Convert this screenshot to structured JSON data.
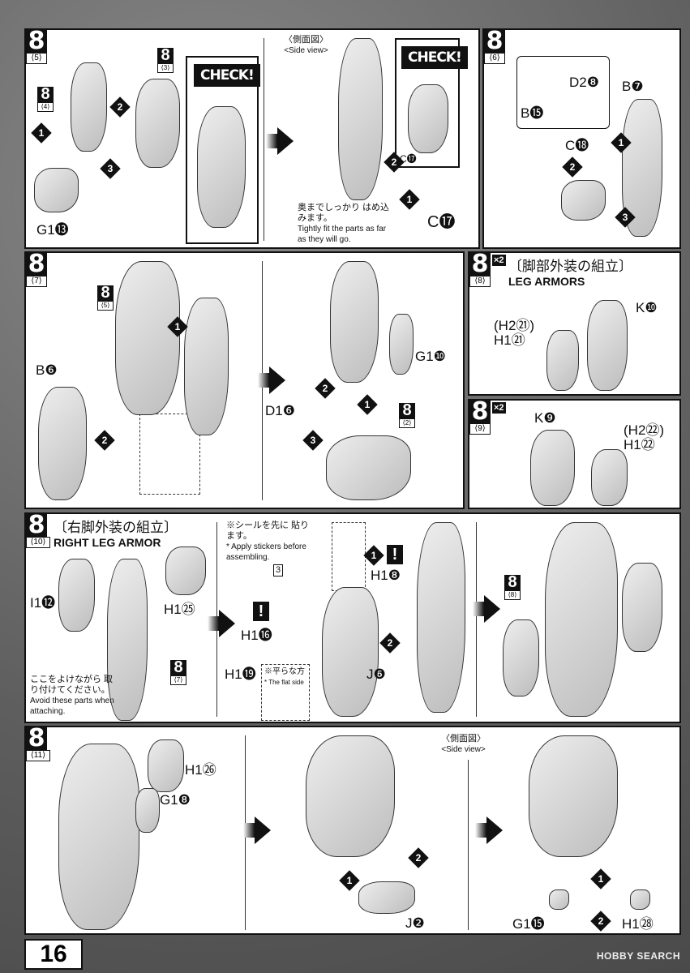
{
  "page": {
    "number": "16",
    "watermark": "HOBBY SEARCH"
  },
  "marks": [
    "1",
    "2",
    "3"
  ],
  "p5": {
    "step": "8",
    "sub": "⟨5⟩",
    "ref4": {
      "n": "8",
      "s": "⟨4⟩"
    },
    "ref3": {
      "n": "8",
      "s": "⟨3⟩"
    },
    "g1": "G1⓭",
    "check1": "CHECK!",
    "side_ja": "〈側面図〉",
    "side_en": "<Side view>",
    "check2": "CHECK!",
    "c17a": "C⓱",
    "note_ja": "奥までしっかり はめ込みます。",
    "note_en": "Tightly fit the parts as far as they will go.",
    "c17b": "C⓱"
  },
  "p6": {
    "step": "8",
    "sub": "⟨6⟩",
    "d2": "D2❽",
    "b15": "B⓯",
    "b7": "B❼",
    "c18": "C⓲"
  },
  "p7": {
    "step": "8",
    "sub": "⟨7⟩",
    "ref5": {
      "n": "8",
      "s": "⟨5⟩"
    },
    "b6": "B❻",
    "g1": "G1❿",
    "d1": "D1❻",
    "ref2": {
      "n": "8",
      "s": "⟨2⟩"
    }
  },
  "p8": {
    "step": "8",
    "sub": "⟨8⟩",
    "x2": "×2",
    "title_ja": "〔脚部外装の組立〕",
    "title_en": "LEG ARMORS",
    "h2": "(H2㉑)",
    "h1": "H1㉑",
    "k": "K❿"
  },
  "p9": {
    "step": "8",
    "sub": "⟨9⟩",
    "x2": "×2",
    "k": "K❾",
    "h2": "(H2㉒)",
    "h1": "H1㉒"
  },
  "p10": {
    "step": "8",
    "sub": "⟨10⟩",
    "title_ja": "〔右脚外装の組立〕",
    "title_en": "RIGHT LEG ARMOR",
    "i1": "I1⓬",
    "h125": "H1㉕",
    "ref7": {
      "n": "8",
      "s": "⟨7⟩"
    },
    "avoid_ja": "ここをよけながら 取り付けてください。",
    "avoid_en": "Avoid these parts when attaching.",
    "sticker_ja": "※シールを先に 貼ります。",
    "sticker_en": "* Apply stickers before assembling.",
    "sticker_no": "3",
    "h116": "H1⓰",
    "h119": "H1⓳",
    "flat_ja": "※平らな方",
    "flat_en": "* The flat side",
    "excl": "!",
    "h18": "H1❽",
    "j6": "J❻",
    "ref8": {
      "n": "8",
      "s": "⟨8⟩"
    }
  },
  "p11": {
    "step": "8",
    "sub": "⟨11⟩",
    "h126": "H1㉖",
    "g18": "G1❽",
    "side_ja": "〈側面図〉",
    "side_en": "<Side view>",
    "j2": "J❷",
    "g115": "G1⓯",
    "h128": "H1㉘"
  }
}
